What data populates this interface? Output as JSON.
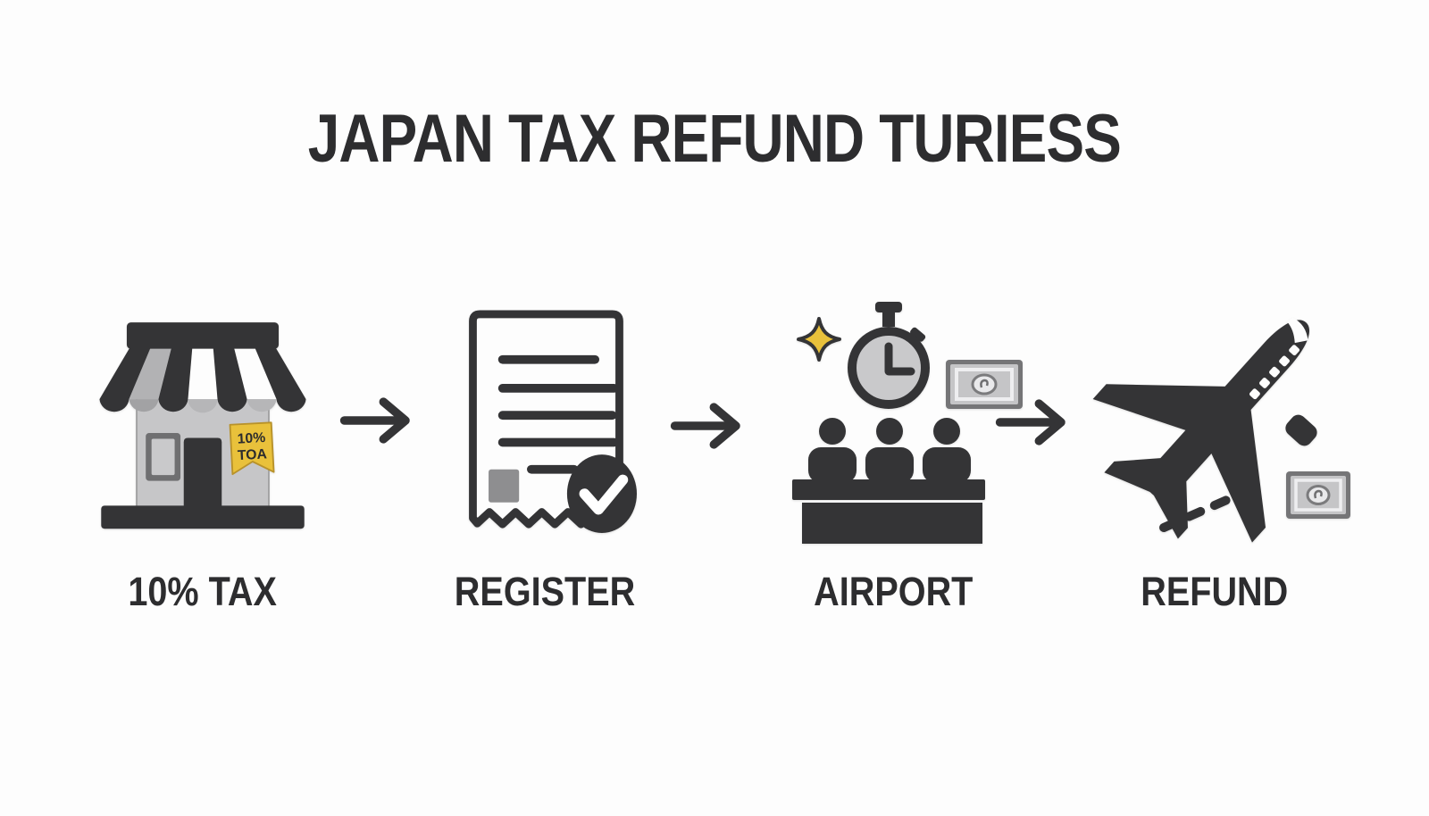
{
  "title": "JAPAN TAX REFUND TURIESS",
  "steps": [
    {
      "id": "tax",
      "label": "10% TAX"
    },
    {
      "id": "register",
      "label": "REGISTER"
    },
    {
      "id": "airport",
      "label": "AIRPORT"
    },
    {
      "id": "refund",
      "label": "REFUND"
    }
  ],
  "store_tag": {
    "line1": "10%",
    "line2": "TOA"
  },
  "icons": [
    "storefront-icon",
    "receipt-check-icon",
    "airport-counter-icon",
    "airplane-money-icon"
  ],
  "colors": {
    "ink": "#343436",
    "light_gray": "#c6c6c8",
    "mid_gray": "#9a9a9c",
    "accent_yellow": "#e9c13b",
    "background": "#fdfdfd"
  }
}
